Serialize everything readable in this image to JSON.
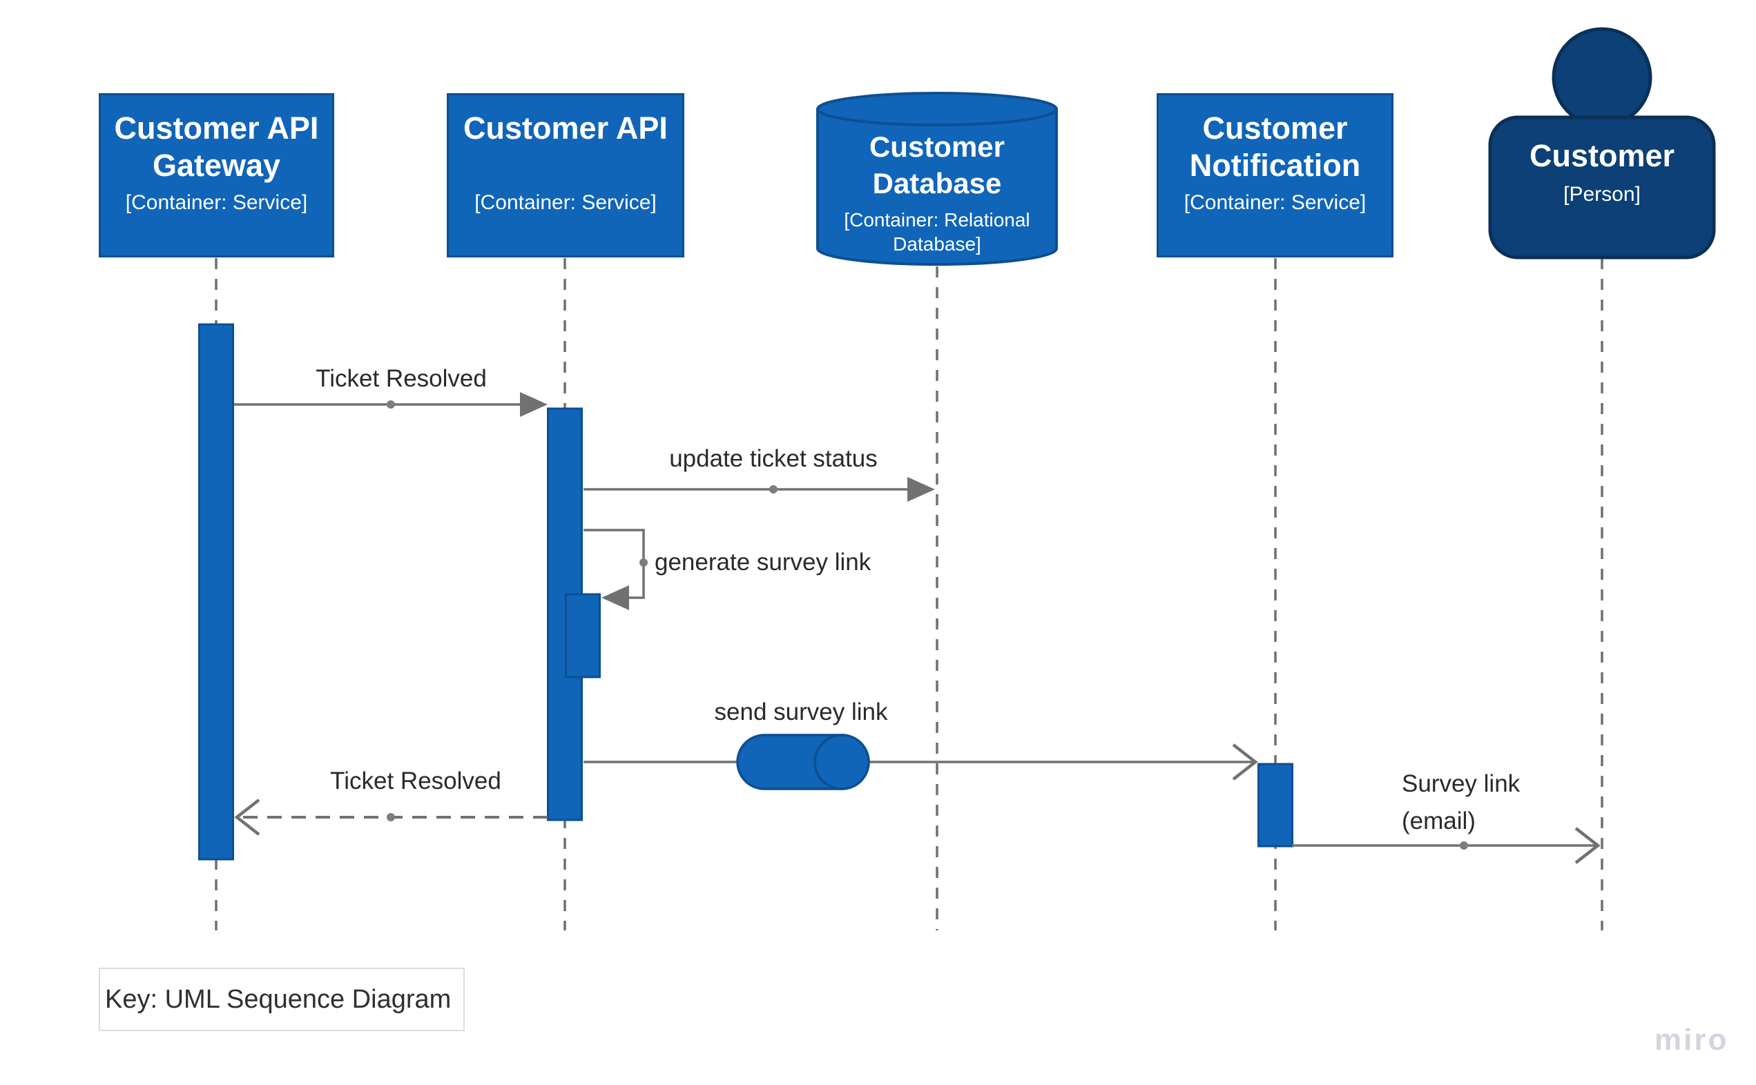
{
  "diagram": {
    "type": "uml-sequence",
    "actors": [
      {
        "name": "Customer API Gateway",
        "meta": "[Container: Service]",
        "shape": "box"
      },
      {
        "name": "Customer API",
        "meta": "[Container: Service]",
        "shape": "box"
      },
      {
        "name": "Customer Database",
        "meta": "[Container: Relational Database]",
        "shape": "cylinder"
      },
      {
        "name": "Customer Notification",
        "meta": "[Container: Service]",
        "shape": "box"
      },
      {
        "name": "Customer",
        "meta": "[Person]",
        "shape": "person"
      }
    ],
    "messages": [
      {
        "label": "Ticket Resolved",
        "from": "Customer API Gateway",
        "to": "Customer API",
        "style": "solid-filled-arrow"
      },
      {
        "label": "update ticket status",
        "from": "Customer API",
        "to": "Customer Database",
        "style": "solid-filled-arrow"
      },
      {
        "label": "generate survey link",
        "from": "Customer API",
        "to": "Customer API",
        "style": "self-loop-filled-arrow"
      },
      {
        "label": "send survey link",
        "from": "Customer API",
        "to": "Customer Notification",
        "style": "solid-open-arrow-queue"
      },
      {
        "label": "Ticket Resolved",
        "from": "Customer API",
        "to": "Customer API Gateway",
        "style": "dashed-open-arrow-return"
      },
      {
        "label": "Survey link (email)",
        "label_line1": "Survey link",
        "label_line2": "(email)",
        "from": "Customer Notification",
        "to": "Customer",
        "style": "solid-open-arrow"
      }
    ],
    "key": {
      "label": "Key: UML Sequence Diagram"
    },
    "watermark": "miro",
    "colors": {
      "container_fill": "#1065B8",
      "container_border": "#0D4F93",
      "person_fill": "#0C4076",
      "person_border": "#0A3057",
      "line": "#717171",
      "lifeline": "#6F6F6F",
      "message_text": "#2A2A2A",
      "watermark": "#D4D4DE"
    }
  }
}
